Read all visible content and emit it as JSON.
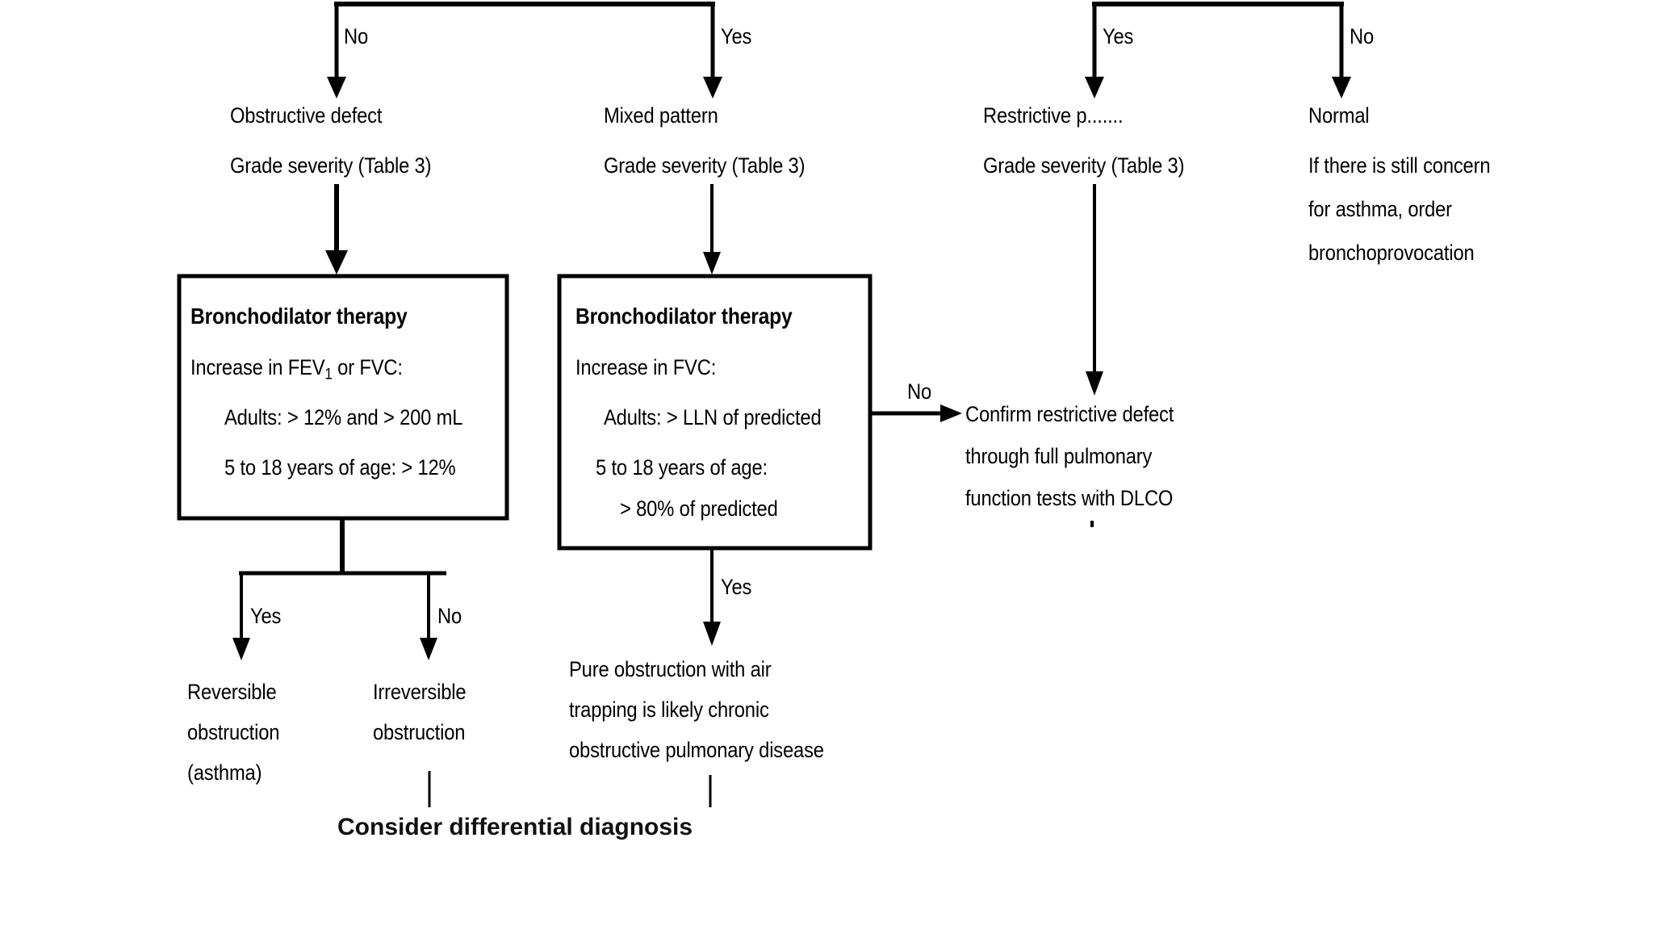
{
  "diagram": {
    "title": "Spirometry interpretation flowchart (lower portion)",
    "stroke_color": "#000000",
    "background_color": "#ffffff",
    "edge_labels": {
      "top_left_no": "No",
      "top_left_yes": "Yes",
      "top_right_yes": "Yes",
      "top_right_no": "No",
      "bronchodilator_left_yes": "Yes",
      "bronchodilator_left_no": "No",
      "bronchodilator_mid_no": "No",
      "bronchodilator_mid_yes": "Yes"
    },
    "nodes": {
      "obstructive": {
        "line1": "Obstructive defect",
        "line2": "Grade severity (Table 3)"
      },
      "mixed": {
        "line1": "Mixed pattern",
        "line2": "Grade severity (Table 3)"
      },
      "restrictive": {
        "line1": "Restrictive p.......",
        "line2": "Grade severity (Table 3)"
      },
      "normal": {
        "line1": "Normal",
        "line2": "If there is still concern",
        "line3": "for asthma, order",
        "line4": "bronchoprovocation"
      },
      "confirm_restrictive": {
        "line1": "Confirm restrictive defect",
        "line2": "through full pulmonary",
        "line3": "function tests with DLCO"
      },
      "reversible": {
        "line1": "Reversible",
        "line2": "obstruction",
        "line3": "(asthma)"
      },
      "irreversible": {
        "line1": "Irreversible",
        "line2": "obstruction"
      },
      "pure_obstruction": {
        "line1": "Pure obstruction with air",
        "line2": "trapping is likely chronic",
        "line3": "obstructive pulmonary disease"
      },
      "consider_differential": {
        "text": "Consider differential diagnosis"
      }
    },
    "boxes": {
      "bronchodilator_left": {
        "heading": "Bronchodilator therapy",
        "line1_pre": "Increase in FEV",
        "line1_sub": "1",
        "line1_post": " or FVC:",
        "line2": "Adults: > 12% and > 200 mL",
        "line3": "5 to 18 years of age: > 12%"
      },
      "bronchodilator_mid": {
        "heading": "Bronchodilator therapy",
        "line1": "Increase in FVC:",
        "line2": "Adults: > LLN of predicted",
        "line3": "5 to 18 years of age:",
        "line4": "> 80% of predicted"
      }
    }
  }
}
